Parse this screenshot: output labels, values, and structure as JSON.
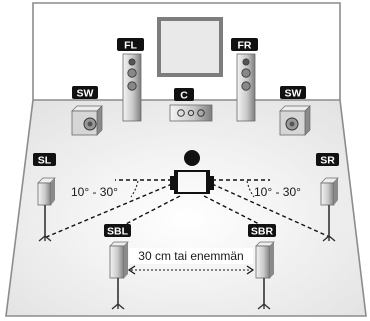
{
  "speakers": {
    "front_left": "FL",
    "front_right": "FR",
    "center": "C",
    "subwoofer_left": "SW",
    "subwoofer_right": "SW",
    "surround_left": "SL",
    "surround_right": "SR",
    "surround_back_left": "SBL",
    "surround_back_right": "SBR"
  },
  "annotations": {
    "angle_left": "10° - 30°",
    "angle_right": "10° - 30°",
    "distance": "30 cm tai enemmän"
  },
  "colors": {
    "room_fill": "#e6e6e6",
    "room_line": "#8c8c8c",
    "label_bg": "#111111",
    "speaker_light": "#d9d9d9",
    "speaker_dark": "#7a7a7a",
    "tv_screen": "#e9e9e9"
  }
}
